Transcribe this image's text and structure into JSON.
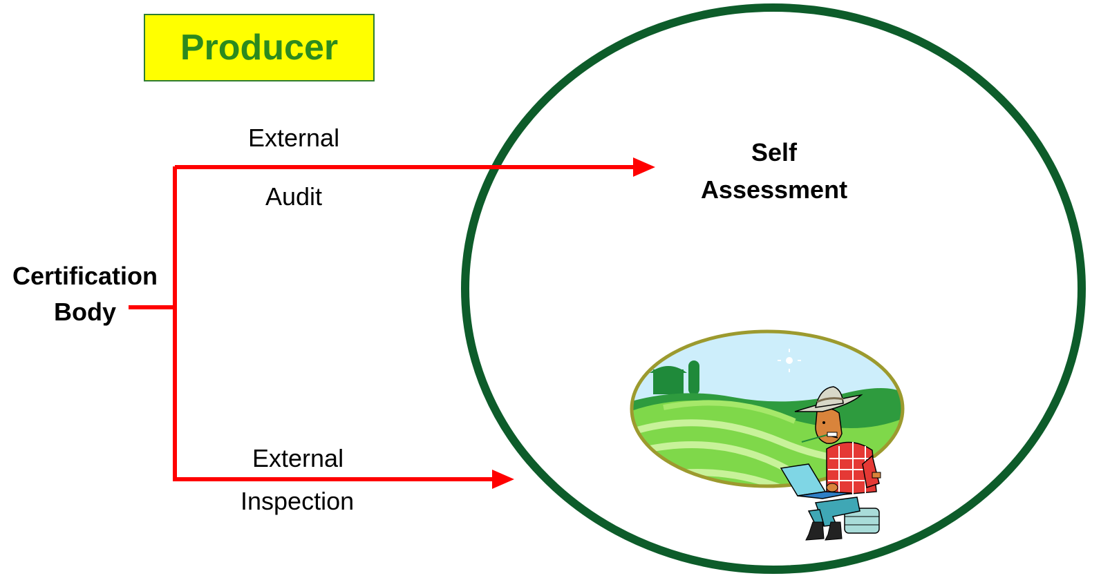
{
  "producer_label": "Producer",
  "certification_body": {
    "line1": "Certification",
    "line2": "Body"
  },
  "external_audit": {
    "line1": "External",
    "line2": "Audit"
  },
  "external_inspection": {
    "line1": "External",
    "line2": "Inspection"
  },
  "self_assessment": {
    "line1": "Self",
    "line2": "Assessment"
  },
  "colors": {
    "arrow": "#ff0000",
    "circle": "#0d5c2a",
    "producer_fill": "#ffff00",
    "producer_text": "#2c8a1e",
    "field_border": "#9c9a2e",
    "sky": "#cdeefb",
    "field_green": "#7fd84a"
  },
  "illustration": "farmer-with-laptop-in-field"
}
